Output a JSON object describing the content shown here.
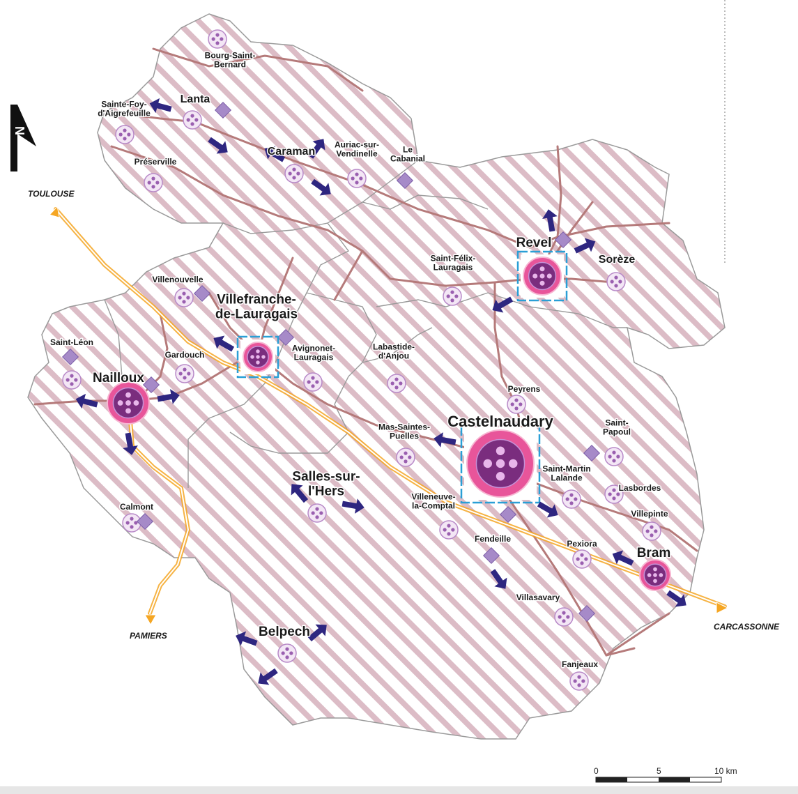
{
  "colors": {
    "hatch": "#d9b9c3",
    "background": "#ffffff",
    "border": "#a5a5a5",
    "road": "#b07070",
    "motorway": "#f5a623",
    "arrow": "#2e2680",
    "pole_pink": "#e8559a",
    "pole_purple": "#7a2d7e",
    "service": "#c8a0d8",
    "diamond": "#a68ac8",
    "square_frame": "#2a9fd6"
  },
  "north": {
    "label": "N"
  },
  "scale": {
    "labels": [
      "0",
      "5",
      "10 km"
    ]
  },
  "directions": [
    {
      "id": "toulouse",
      "label": "TOULOUSE"
    },
    {
      "id": "pamiers",
      "label": "PAMIERS"
    },
    {
      "id": "carcassonne",
      "label": "CARCASSONNE"
    }
  ],
  "places": [
    {
      "id": "bourg-saint-bernard",
      "lines": [
        "Bourg-Saint-",
        "Bernard"
      ],
      "size": "s"
    },
    {
      "id": "lanta",
      "lines": [
        "Lanta"
      ],
      "size": "m"
    },
    {
      "id": "sainte-foy",
      "lines": [
        "Sainte-Foy-",
        "d'Aigrefeuille"
      ],
      "size": "s"
    },
    {
      "id": "caraman",
      "lines": [
        "Caraman"
      ],
      "size": "m"
    },
    {
      "id": "auriac",
      "lines": [
        "Auriac-sur-",
        "Vendinelle"
      ],
      "size": "s"
    },
    {
      "id": "le-cabanial",
      "lines": [
        "Le",
        "Cabanial"
      ],
      "size": "s"
    },
    {
      "id": "preserville",
      "lines": [
        "Préserville"
      ],
      "size": "s"
    },
    {
      "id": "revel",
      "lines": [
        "Revel"
      ],
      "size": "l"
    },
    {
      "id": "soreze",
      "lines": [
        "Sorèze"
      ],
      "size": "m"
    },
    {
      "id": "saint-felix",
      "lines": [
        "Saint-Félix-",
        "Lauragais"
      ],
      "size": "s"
    },
    {
      "id": "villenouvelle",
      "lines": [
        "Villenouvelle"
      ],
      "size": "s"
    },
    {
      "id": "villefranche",
      "lines": [
        "Villefranche-",
        "de-Lauragais"
      ],
      "size": "l"
    },
    {
      "id": "saint-leon",
      "lines": [
        "Saint-Léon"
      ],
      "size": "s"
    },
    {
      "id": "gardouch",
      "lines": [
        "Gardouch"
      ],
      "size": "s"
    },
    {
      "id": "avignonet",
      "lines": [
        "Avignonet-",
        "Lauragais"
      ],
      "size": "s"
    },
    {
      "id": "labastide",
      "lines": [
        "Labastide-",
        "d'Anjou"
      ],
      "size": "s"
    },
    {
      "id": "nailloux",
      "lines": [
        "Nailloux"
      ],
      "size": "l"
    },
    {
      "id": "peyrens",
      "lines": [
        "Peyrens"
      ],
      "size": "s"
    },
    {
      "id": "castelnaudary",
      "lines": [
        "Castelnaudary"
      ],
      "size": "xl"
    },
    {
      "id": "mas-saintes-puelles",
      "lines": [
        "Mas-Saintes-",
        "Puelles"
      ],
      "size": "s"
    },
    {
      "id": "saint-papoul",
      "lines": [
        "Saint-",
        "Papoul"
      ],
      "size": "s"
    },
    {
      "id": "saint-martin-lalande",
      "lines": [
        "Saint-Martin",
        "Lalande"
      ],
      "size": "s"
    },
    {
      "id": "lasbordes",
      "lines": [
        "Lasbordes"
      ],
      "size": "s"
    },
    {
      "id": "salles-sur-lhers",
      "lines": [
        "Salles-sur-",
        "l'Hers"
      ],
      "size": "l"
    },
    {
      "id": "villeneuve-la-comptal",
      "lines": [
        "Villeneuve-",
        "la-Comptal"
      ],
      "size": "s"
    },
    {
      "id": "calmont",
      "lines": [
        "Calmont"
      ],
      "size": "s"
    },
    {
      "id": "villepinte",
      "lines": [
        "Villepinte"
      ],
      "size": "s"
    },
    {
      "id": "fendeille",
      "lines": [
        "Fendeille"
      ],
      "size": "s"
    },
    {
      "id": "pexiora",
      "lines": [
        "Pexiora"
      ],
      "size": "s"
    },
    {
      "id": "bram",
      "lines": [
        "Bram"
      ],
      "size": "l"
    },
    {
      "id": "villasavary",
      "lines": [
        "Villasavary"
      ],
      "size": "s"
    },
    {
      "id": "belpech",
      "lines": [
        "Belpech"
      ],
      "size": "l"
    },
    {
      "id": "fanjeaux",
      "lines": [
        "Fanjeaux"
      ],
      "size": "s"
    }
  ]
}
